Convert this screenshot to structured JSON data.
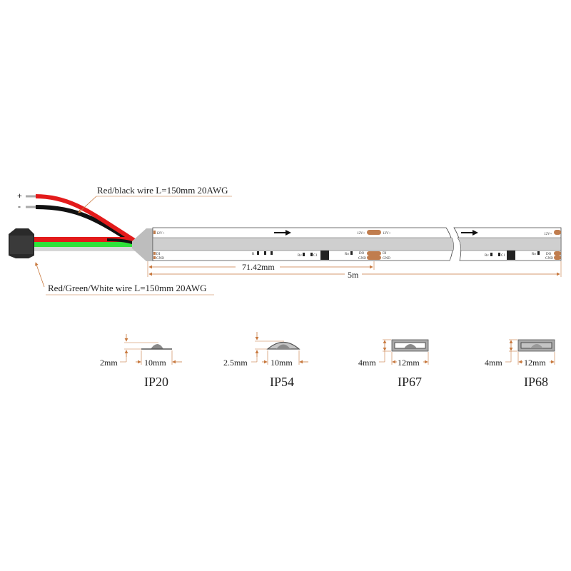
{
  "wires": {
    "plus_label": "+",
    "minus_label": "-",
    "power_wire_label": "Red/black wire L=150mm 20AWG",
    "signal_wire_label": "Red/Green/White wire L=150mm 20AWG"
  },
  "strip": {
    "pad_12v": "12V+",
    "pad_di": "DI",
    "pad_do": "DO",
    "pad_gnd": "GND",
    "res_rv": "Rv",
    "res_r": "R",
    "cap_c1": "C1",
    "res_ro": "Ro",
    "segment_length": "71.42mm",
    "total_length": "5m"
  },
  "profiles": [
    {
      "rating": "IP20",
      "height": "2mm",
      "width": "10mm"
    },
    {
      "rating": "IP54",
      "height": "2.5mm",
      "width": "10mm"
    },
    {
      "rating": "IP67",
      "height": "4mm",
      "width": "12mm"
    },
    {
      "rating": "IP68",
      "height": "4mm",
      "width": "12mm"
    }
  ],
  "colors": {
    "wire_red": "#e31b1b",
    "wire_black": "#111111",
    "wire_green": "#2fe23a",
    "pad_copper": "#c07d4e",
    "dimension": "#c8793f",
    "strip_gray": "#cfcfcf"
  }
}
